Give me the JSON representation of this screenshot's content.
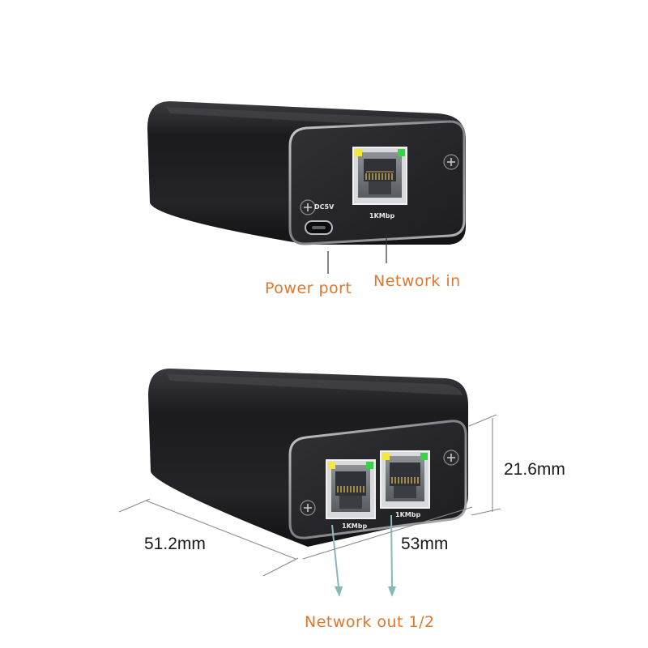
{
  "colors": {
    "label_accent": "#e0772e",
    "body": "#202024",
    "faceplate": "#26262a",
    "rim": "#9a9ca2",
    "led_yellow": "#f2e93a",
    "led_green": "#37d24a",
    "arrow_teal": "#86b8ba",
    "dimension_line": "#8a8a8a"
  },
  "top_device": {
    "power_port_marking": "DC5V",
    "port_speed_marking": "1KMbp",
    "callouts": {
      "power_port": "Power port",
      "network_in": "Network in"
    },
    "icons": [
      "screw-icon",
      "usb-c-port-icon",
      "rj45-port-icon"
    ]
  },
  "bottom_device": {
    "port1_speed_marking": "1KMbp",
    "port2_speed_marking": "1KMbp",
    "callouts": {
      "network_out": "Network out 1/2"
    },
    "dimensions": {
      "length": "51.2mm",
      "width": "53mm",
      "height": "21.6mm"
    },
    "icons": [
      "screw-icon",
      "rj45-port-icon",
      "arrow-down-icon"
    ]
  }
}
